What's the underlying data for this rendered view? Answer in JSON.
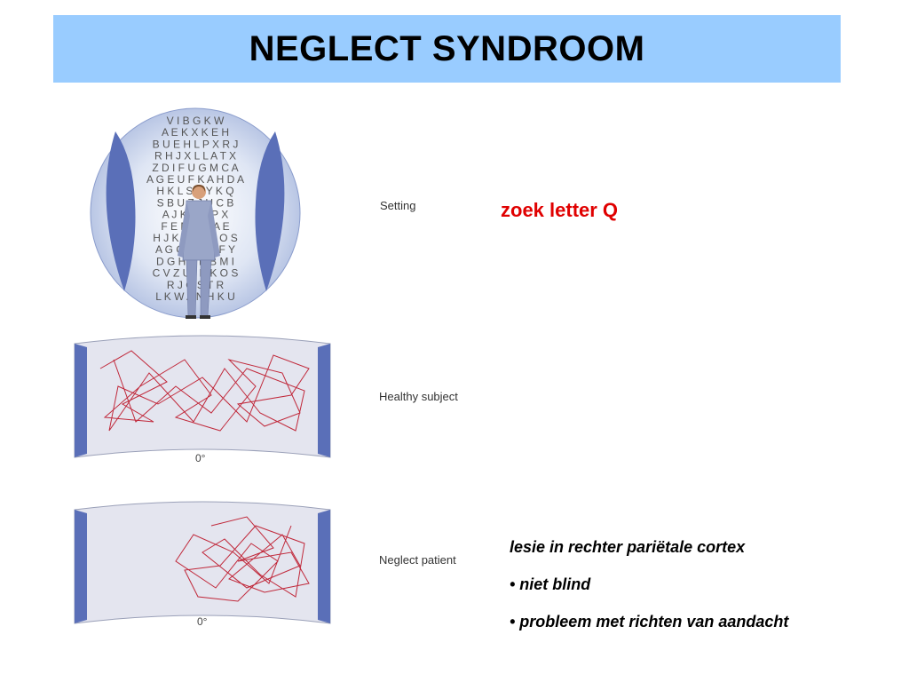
{
  "title": "NEGLECT SYNDROOM",
  "figure": {
    "setting_label": "Setting",
    "healthy_label": "Healthy subject",
    "neglect_label": "Neglect patient",
    "degree_label_healthy": "0°",
    "degree_label_neglect": "0°",
    "letter_rows": [
      "V I B G K W",
      "A E K X K E H",
      "B U E H L P X R J",
      "R H J X L L A T X",
      "Z D I F U G M C A",
      "A G E U F K A H D A",
      "H K L S V Y K Q",
      "S B U Z J U C B",
      "A J K E O P X",
      "F E M K Q A E",
      "H J K X Y J Z O S",
      "A G O W L X F Y",
      "D G H E D B M I",
      "C V Z U I H K O S",
      "R J O S T R",
      "L K W A N H K U"
    ],
    "colors": {
      "wall": "#dfe1ee",
      "edge": "#5a6fb8",
      "trace": "#c0283a",
      "globe": "#c8d3ea"
    }
  },
  "task": "zoek letter Q",
  "notes": {
    "heading": "lesie in rechter pariëtale cortex",
    "bullet1": "• niet blind",
    "bullet2": "• probleem met richten van aandacht"
  }
}
